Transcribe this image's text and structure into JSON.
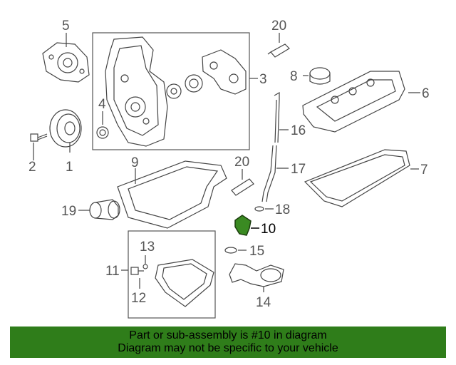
{
  "callouts": {
    "c1": "1",
    "c2": "2",
    "c3": "3",
    "c4": "4",
    "c5": "5",
    "c6": "6",
    "c7": "7",
    "c8": "8",
    "c9": "9",
    "c10": "10",
    "c11": "11",
    "c12": "12",
    "c13": "13",
    "c14": "14",
    "c15": "15",
    "c16": "16",
    "c17": "17",
    "c18": "18",
    "c19": "19",
    "c20a": "20",
    "c20b": "20"
  },
  "banner": {
    "line1": "Part or sub-assembly is #10 in diagram",
    "line2": "Diagram may not be specific to your vehicle",
    "color": "#2f7d1a"
  },
  "highlight_color": "#3a8a22"
}
